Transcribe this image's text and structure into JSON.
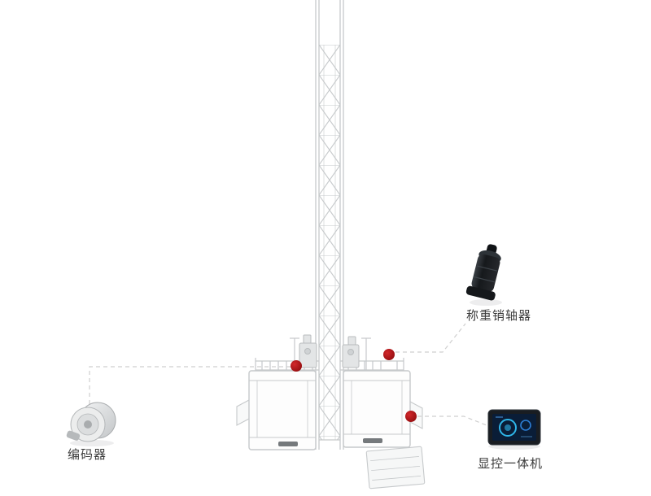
{
  "diagram": {
    "callouts": [
      {
        "id": "encoder",
        "label": "编码器"
      },
      {
        "id": "load-pin-sensor",
        "label": "称重销轴器"
      },
      {
        "id": "display-console",
        "label": "显控一体机"
      }
    ],
    "markers": {
      "count": 3,
      "color": "#b01114"
    },
    "colors": {
      "background": "#ffffff",
      "line_art": "#c6c9cb",
      "leader_dash": "#cfcfcf",
      "label_text": "#3c3c3c"
    }
  }
}
